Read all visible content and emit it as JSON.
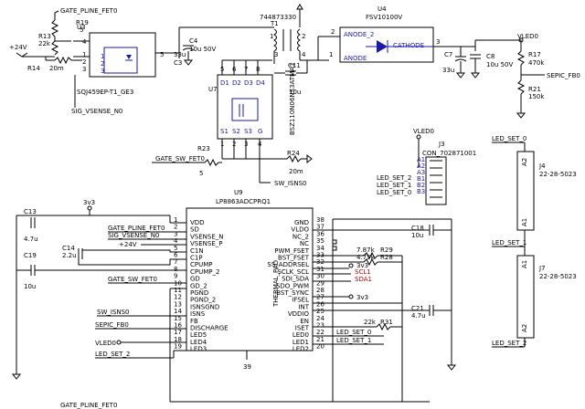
{
  "nets": {
    "gate_pline_fet0_top": "GATE_PLINE_FET0",
    "vin": "+24V",
    "sig_vsense": "SIG_VSENSE_N0",
    "gate_sw_fet0": "GATE_SW_FET0",
    "sw_isns0": "SW_ISNS0",
    "vled0_top": "VLED0",
    "sepic_fb0": "SEPIC_FB0",
    "led_set_0": "LED_SET_0",
    "led_set_1": "LED_SET_1",
    "led_set_2": "LED_SET_2",
    "vled0_mid": "VLED0",
    "v3v3": "3v3",
    "bottom_cut": "GATE_PLINE_FET0"
  },
  "parts": {
    "r19": {
      "ref": "R19",
      "value": "5"
    },
    "r13": {
      "ref": "R13",
      "value": "22k"
    },
    "r14": {
      "ref": "R14",
      "value": "20m"
    },
    "u3": {
      "ref": "U3",
      "value": "SQJ459EP-T1_GE3"
    },
    "c3": {
      "ref": "C3",
      "value": "33u"
    },
    "c4": {
      "ref": "C4",
      "value": "10u 50V"
    },
    "t1": {
      "ref": "T1",
      "value": "744873330"
    },
    "c11": {
      "ref": "C11",
      "value": "10u"
    },
    "u4": {
      "ref": "U4",
      "value": "FSV10100V",
      "anode2": "ANODE_2",
      "anode": "ANODE",
      "cathode": "CATHODE"
    },
    "c7": {
      "ref": "C7",
      "value": "33u"
    },
    "c8": {
      "ref": "C8",
      "value": "10u 50V"
    },
    "r17": {
      "ref": "R17",
      "value": "470k"
    },
    "r21": {
      "ref": "R21",
      "value": "150k"
    },
    "u7": {
      "ref": "U7",
      "value": "BSZ110N06NS3ATMA1"
    },
    "r23": {
      "ref": "R23",
      "value": "5"
    },
    "r24": {
      "ref": "R24",
      "value": "20m"
    },
    "j3": {
      "ref": "J3",
      "value": "CON_702871001"
    },
    "j4": {
      "ref": "J4",
      "value": "22-28-5023"
    },
    "j7": {
      "ref": "J7",
      "value": "22-28-5023"
    },
    "u9": {
      "ref": "U9",
      "value": "LP8863ADCPRQ1"
    },
    "c13": {
      "ref": "C13",
      "value": "4.7u"
    },
    "c14": {
      "ref": "C14",
      "value": "2.2u"
    },
    "c19": {
      "ref": "C19",
      "value": "10u"
    },
    "c18": {
      "ref": "C18",
      "value": "10u"
    },
    "r29": {
      "ref": "R29",
      "value": "7.87k"
    },
    "r28": {
      "ref": "R28",
      "value": "4.75k"
    },
    "c21": {
      "ref": "C21",
      "value": "4.7u"
    },
    "r31": {
      "ref": "R31",
      "value": "22k"
    }
  },
  "u9_left_pins": [
    {
      "num": "1",
      "name": "VDD"
    },
    {
      "num": "2",
      "name": "SD"
    },
    {
      "num": "3",
      "name": "VSENSE_N"
    },
    {
      "num": "4",
      "name": "VSENSE_P"
    },
    {
      "num": "5",
      "name": "C1N"
    },
    {
      "num": "6",
      "name": "C1P"
    },
    {
      "num": "7",
      "name": "CPUMP"
    },
    {
      "num": "8",
      "name": "CPUMP_2"
    },
    {
      "num": "9",
      "name": "GD"
    },
    {
      "num": "10",
      "name": "GD_2"
    },
    {
      "num": "11",
      "name": "PGND"
    },
    {
      "num": "12",
      "name": "PGND_2"
    },
    {
      "num": "13",
      "name": "ISNSGND"
    },
    {
      "num": "14",
      "name": "ISNS"
    },
    {
      "num": "15",
      "name": "FB"
    },
    {
      "num": "16",
      "name": "DISCHARGE"
    },
    {
      "num": "17",
      "name": "LED5"
    },
    {
      "num": "18",
      "name": "LED4"
    },
    {
      "num": "19",
      "name": "LED3"
    }
  ],
  "u9_right_pins": [
    {
      "num": "38",
      "name": "GND"
    },
    {
      "num": "37",
      "name": "VLDO"
    },
    {
      "num": "36",
      "name": "NC_2"
    },
    {
      "num": "35",
      "name": "NC"
    },
    {
      "num": "34",
      "name": "PWM_FSET"
    },
    {
      "num": "33",
      "name": "BST_FSET"
    },
    {
      "num": "32",
      "name": "SS_ADDRSEL"
    },
    {
      "num": "31",
      "name": "SCLK_SCL"
    },
    {
      "num": "30",
      "name": "SDI_SDA"
    },
    {
      "num": "29",
      "name": "SDO_PWM"
    },
    {
      "num": "28",
      "name": "BST_SYNC"
    },
    {
      "num": "27",
      "name": "IFSEL"
    },
    {
      "num": "26",
      "name": "INT"
    },
    {
      "num": "25",
      "name": "VDDIO"
    },
    {
      "num": "24",
      "name": "EN"
    },
    {
      "num": "23",
      "name": "ISET"
    },
    {
      "num": "22",
      "name": "LED0"
    },
    {
      "num": "21",
      "name": "LED1"
    },
    {
      "num": "20",
      "name": "LED2"
    }
  ],
  "u9_pad": {
    "num": "39",
    "name": "THERMAL_PAD"
  },
  "u9_net_labels": {
    "gate_pline": "GATE_PLINE_FET0",
    "sig_vsense": "SIG_VSENSE_N0",
    "vin": "+24V",
    "gate_sw": "GATE_SW_FET0",
    "sw_isns": "SW_ISNS0",
    "sepic_fb": "SEPIC_FB0",
    "vled": "VLED0",
    "led_set_2": "LED_SET_2",
    "led_set_0": "LED_SET_0",
    "led_set_1": "LED_SET_1",
    "scl": "SCL1",
    "sda": "SDA1",
    "v3v3_a": "3v3",
    "v3v3_b": "3v3"
  },
  "u3_pins": {
    "p4": "4",
    "p1": "1",
    "p2": "2",
    "p3": "3",
    "p5": "5",
    "i1": "1",
    "i2": "2",
    "i3": "3"
  },
  "t1_pins": {
    "p1": "1",
    "p2": "2",
    "p3": "3",
    "p4": "4"
  },
  "u4_pins": {
    "p1": "1",
    "p2": "2",
    "p3": "3"
  },
  "u7_pins": [
    "5",
    "6",
    "7",
    "8",
    "D1",
    "D2",
    "D3",
    "D4",
    "S1",
    "S2",
    "S3",
    "G",
    "1",
    "2",
    "3",
    "4"
  ],
  "j3_pins": [
    "A1",
    "A2",
    "A3",
    "B1",
    "B2",
    "B3"
  ],
  "j4_pins": [
    "A2",
    "A1"
  ],
  "j7_pins": [
    "A1",
    "A2"
  ],
  "misc": {
    "r23_pin": "5"
  },
  "colors": {
    "ink": "#000000",
    "blue": "#1a1aa8",
    "red": "#c00000",
    "background": "#ffffff"
  }
}
